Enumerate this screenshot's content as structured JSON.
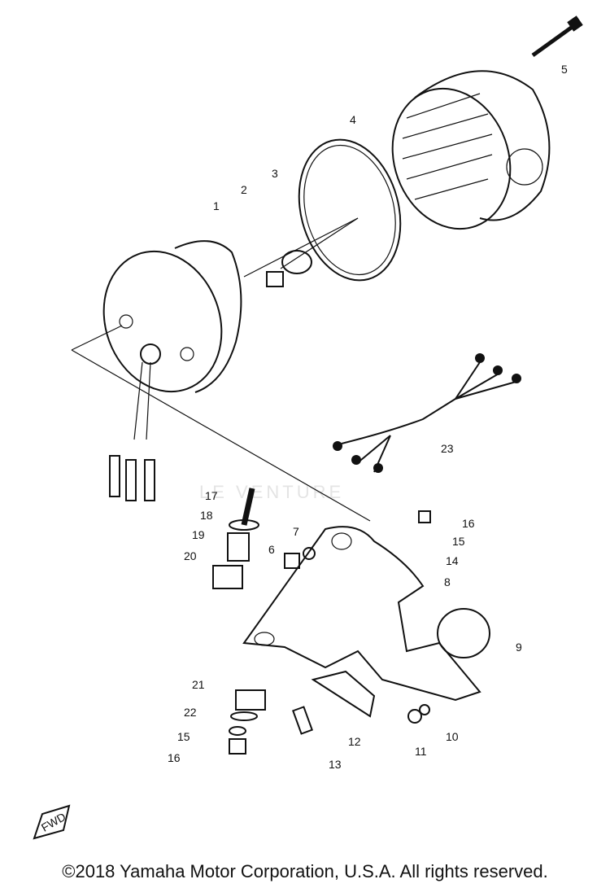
{
  "watermark": "LE VENTURE",
  "copyright": "©2018 Yamaha Motor Corporation, U.S.A. All rights reserved.",
  "fwd_label": "FWD",
  "callouts": [
    "1",
    "2",
    "3",
    "4",
    "5",
    "6",
    "7",
    "8",
    "9",
    "10",
    "11",
    "12",
    "13",
    "14",
    "15",
    "16",
    "17",
    "18",
    "19",
    "20",
    "21",
    "22",
    "23",
    "15",
    "16",
    "18"
  ]
}
